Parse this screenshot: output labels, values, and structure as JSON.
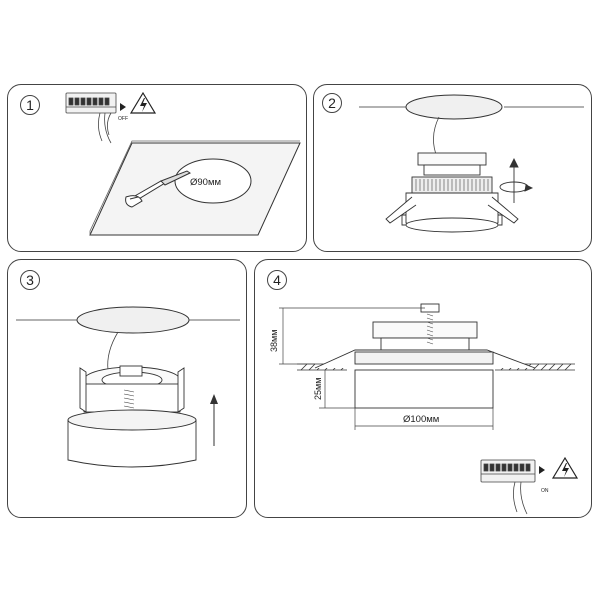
{
  "steps": [
    {
      "number": "1",
      "hole_diameter": "Ø90мм",
      "switch_state": "OFF"
    },
    {
      "number": "2"
    },
    {
      "number": "3"
    },
    {
      "number": "4",
      "height_dim": "38мм",
      "depth_dim": "25мм",
      "diameter_dim": "Ø100мм",
      "switch_state": "ON"
    }
  ],
  "icons": [
    "breaker-switch-icon",
    "high-voltage-icon",
    "keyhole-saw-icon",
    "rotate-icon",
    "up-arrow-icon"
  ]
}
